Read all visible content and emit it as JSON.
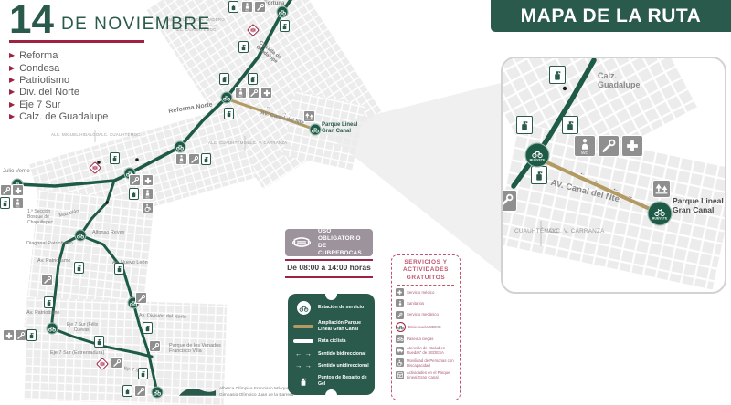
{
  "colors": {
    "brand_green": "#2a5a4b",
    "route_green": "#1d5b47",
    "maroon_accent": "#9f2241",
    "canal_tan": "#b39a62",
    "services_pink": "#c0546f"
  },
  "header": {
    "day": "14",
    "month": "DE NOVIEMBRE",
    "title": "MAPA DE LA RUTA",
    "streets": [
      "Reforma",
      "Condesa",
      "Patriotismo",
      "Div. del Norte",
      "Eje 7 Sur",
      "Calz. de Guadalupe"
    ]
  },
  "icons": {
    "triangle": "▶",
    "arrow_left": "←",
    "arrow_right": "→"
  },
  "mask_notice": {
    "line1": "USO OBLIGATORIO",
    "line2": "DE CUBREBOCAS",
    "hours": "De 08:00 a 14:00 horas"
  },
  "legend": {
    "station_text": "MUÉVETE",
    "items": [
      {
        "icon": "station-logo",
        "label": "Estación de servicio"
      },
      {
        "icon": "tan-line",
        "label": "Ampliación Parque Lineal Gran Canal"
      },
      {
        "icon": "white-line",
        "label": "Ruta ciclista"
      },
      {
        "icon": "bidirectional-arrows",
        "label": "Sentido bidireccional"
      },
      {
        "icon": "unidirectional-arrows",
        "label": "Sentido unidireccional"
      },
      {
        "icon": "gel-bottle",
        "label": "Puntos de Reparto de Gel"
      }
    ]
  },
  "services": {
    "title": "SERVICIOS Y ACTIVIDADES GRATUITOS",
    "items": [
      {
        "icon": "medical-cross",
        "label": "Servicio médico"
      },
      {
        "icon": "wc-sign",
        "label": "Sanitarios"
      },
      {
        "icon": "wrench",
        "label": "Servicio mecánico"
      },
      {
        "icon": "bici-logo",
        "label": "Biciescuela CDMX"
      },
      {
        "icon": "tandem-bike",
        "label": "Paseo a ciegas"
      },
      {
        "icon": "health-van",
        "label": "Atención de “Salud en Ruedas” de SEDESA"
      },
      {
        "icon": "wheelchair",
        "label": "Movilidad de Personas con Discapacidad"
      },
      {
        "icon": "calendar",
        "label": "Actividades en el Parque Lineal Gran Canal"
      }
    ]
  },
  "map": {
    "streets": [
      "Fortuna",
      "Calzada de Guadalupe",
      "Reforma Norte",
      "Julio Verne",
      "1.ª Sección Bosque de Chapultepec",
      "Mazatlán",
      "Alfonso Reyes",
      "Diagonal Patriotismo",
      "Av. Patriotismo",
      "Av. Nuevo León",
      "Av. Patriotismo",
      "Eje 7 Sur (Félix Cuevas)",
      "Eje 7 Sur (Extremadura)",
      "Eje 7 Sur",
      "Av. División del Norte",
      "Parque de los Venados Francisco Villa",
      "AV. Canal del Nte.",
      "Parque Lineal Gran Canal",
      "Alberca Olímpica Francisco Márquez",
      "Gimnasio Olímpico Juan de la Barrera"
    ],
    "boundaries": [
      "ALC. GUSTAVO A. MADERO",
      "ALC. CUAUHTÉMOC",
      "ALC. MIGUEL HIDALGO",
      "ALC. CUAUHTÉMOC",
      "ALC. CUAUHTÉMOC",
      "ALC. V. CARRANZA"
    ],
    "inset": {
      "calz_guadalupe": "Calz. Guadalupe",
      "av_canal": "AV. Canal del Nte.",
      "parque": "Parque Lineal Gran Canal",
      "cuauhtemoc": "CUAUHTÉMOC",
      "carranza": "ALC. V. CARRANZA"
    }
  }
}
